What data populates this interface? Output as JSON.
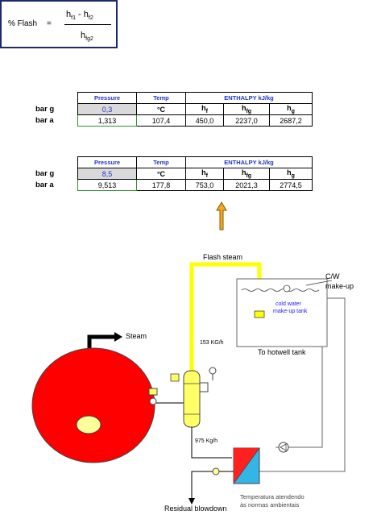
{
  "formula": {
    "label": "% Flash",
    "equals": "=",
    "num_h1": "h",
    "num_s1": "f1",
    "num_minus": " - ",
    "num_h2": "h",
    "num_s2": "f2",
    "den_h": "h",
    "den_s": "fg2"
  },
  "table1": {
    "headers": {
      "pressure": "Pressure",
      "temp": "Temp",
      "enthalpy": "ENTHALPY kJ/kg"
    },
    "symbols": {
      "temp_unit": "°C",
      "hf": "h",
      "hf_s": "f",
      "hfg": "h",
      "hfg_s": "fg",
      "hg": "h",
      "hg_s": "g"
    },
    "rows": [
      {
        "label": "bar g",
        "pressure": "0,3"
      },
      {
        "label": "bar a",
        "pressure": "1,313",
        "temp": "107,4",
        "hf": "450,0",
        "hfg": "2237,0",
        "hg": "2687,2"
      }
    ]
  },
  "table2": {
    "headers": {
      "pressure": "Pressure",
      "temp": "Temp",
      "enthalpy": "ENTHALPY kJ/kg"
    },
    "symbols": {
      "temp_unit": "°C",
      "hf": "h",
      "hf_s": "f",
      "hfg": "h",
      "hfg_s": "fg",
      "hg": "h",
      "hg_s": "g"
    },
    "rows": [
      {
        "label": "bar g",
        "pressure": "8,5"
      },
      {
        "label": "bar a",
        "pressure": "9,513",
        "temp": "177,8",
        "hf": "753,0",
        "hfg": "2021,3",
        "hg": "2774,5"
      }
    ]
  },
  "diagram": {
    "flash_steam": "Flash steam",
    "cw": "C/W",
    "makeup": "make-up",
    "tank_line1": "cold water",
    "tank_line2": "make-up tank",
    "to_hotwell": "To hotwell tank",
    "steam": "Steam",
    "flow_153": "153 KG/h",
    "flow_975": "975 Kg/h",
    "residual": "Residual blowdown",
    "temp_note_1": "Temperatura atendendo",
    "temp_note_2": "às normas ambientais"
  },
  "colors": {
    "boiler": "#ff0000",
    "vessel": "#ffff66",
    "flash_line": "#ffff00",
    "arrow": "#f5a623",
    "hx_red": "#ff2020",
    "hx_blue": "#33b5e5"
  }
}
